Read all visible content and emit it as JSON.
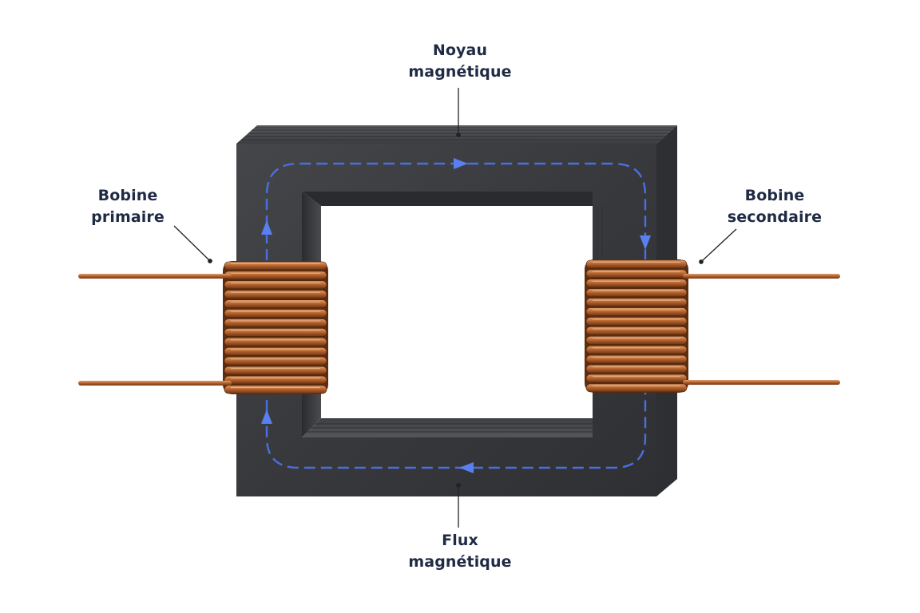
{
  "labels": {
    "core": {
      "line1": "Noyau",
      "line2": "magnétique"
    },
    "primary": {
      "line1": "Bobine",
      "line2": "primaire"
    },
    "secondary": {
      "line1": "Bobine",
      "line2": "secondaire"
    },
    "flux": {
      "line1": "Flux",
      "line2": "magnétique"
    }
  },
  "colors": {
    "core": "#3a3b3e",
    "copper": "#b3622f",
    "flux_line": "#4a6fe0",
    "label_text": "#1f2a44",
    "leader": "#222222"
  },
  "coils": {
    "turns_primary": 14,
    "turns_secondary": 14
  }
}
